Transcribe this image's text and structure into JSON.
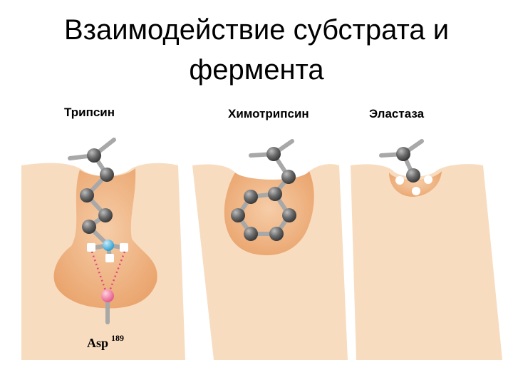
{
  "slide": {
    "title_line1": "Взаимодействие субстрата и",
    "title_line2": "фермента"
  },
  "panels": [
    {
      "label": "Трипсин"
    },
    {
      "label": "Химотрипсин"
    },
    {
      "label": "Эластаза"
    }
  ],
  "residue": {
    "name": "Asp",
    "number": "189"
  },
  "colors": {
    "enzyme": "#f8dcc0",
    "pocket": "#f0b27f",
    "atom": "#707070",
    "bond": "#a9a9a9",
    "cation": "#5bb7e0",
    "anion": "#ee7ca0",
    "interaction": "#e0457a"
  }
}
